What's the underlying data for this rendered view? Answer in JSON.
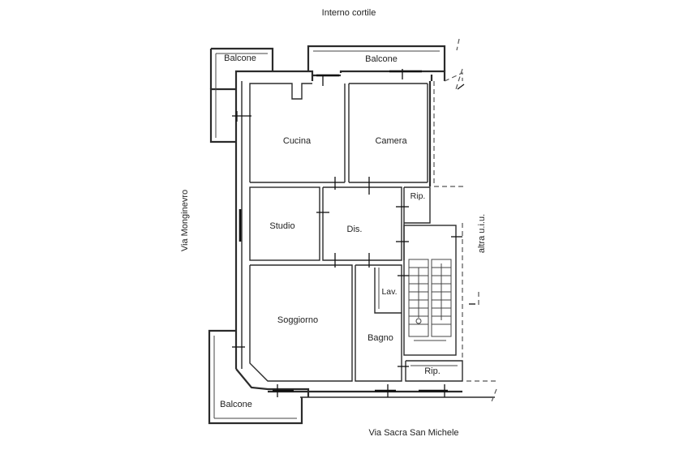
{
  "labels": {
    "top": "Interno cortile",
    "bottom": "Via Sacra San Michele",
    "left": "Via Monginevro",
    "right": "altra u.i.u."
  },
  "rooms": {
    "balcone_top_left": "Balcone",
    "balcone_top": "Balcone",
    "balcone_bottom": "Balcone",
    "cucina": "Cucina",
    "camera": "Camera",
    "studio": "Studio",
    "dis": "Dis.",
    "rip_top": "Rip.",
    "lav": "Lav.",
    "soggiorno": "Soggiorno",
    "bagno": "Bagno",
    "rip_bottom": "Rip."
  }
}
